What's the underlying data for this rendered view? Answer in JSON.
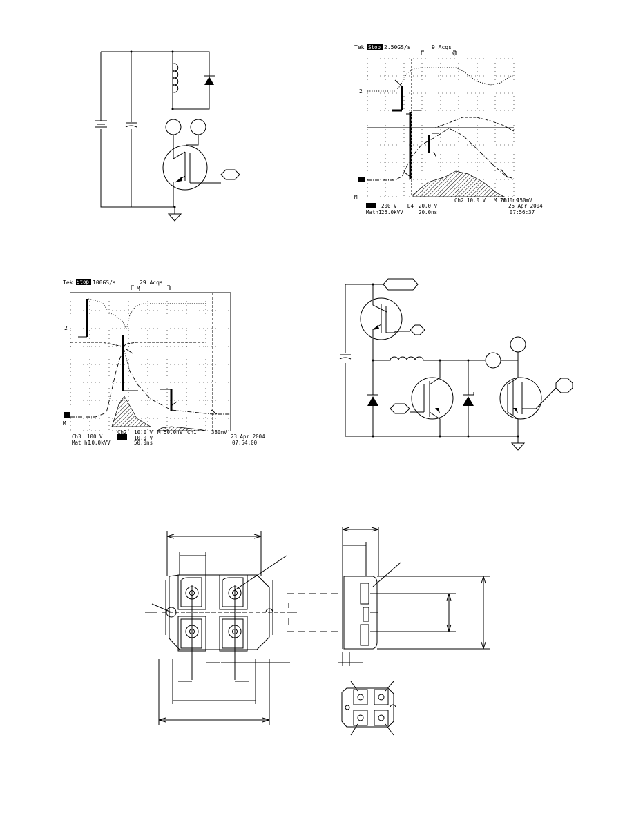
{
  "scope_top": {
    "brand": "Tek",
    "state": "Stop",
    "rate": "2.50GS/s",
    "acqs": "9 Acqs",
    "ch2_marker": "2",
    "m_marker": "M",
    "ch2_info": "Ch2",
    "ch2_scale": "10.0 V",
    "timebase": "M 20.0ns",
    "trigger": "Ch1",
    "trig_level": "150mV",
    "ch_a_scale": "200 V",
    "ch_b_label": "D4",
    "ch_b_scale": "20.0 V",
    "math_label": "Math1",
    "math_scale": "25.0kVV",
    "math_time": "20.0ns",
    "date": "26 Apr 2004",
    "time": "07:56:37"
  },
  "scope_mid": {
    "brand": "Tek",
    "state": "Stop",
    "rate": "100GS/s",
    "acqs": "29 Acqs",
    "ch2_marker": "2",
    "m_marker": "M",
    "ch3_label": "Ch3",
    "ch3_scale": "100 V",
    "ch2_label": "Ch2",
    "ch2_scale": "10.0 V",
    "ch4_scale": "10.0 V",
    "timebase": "M 50.0ns",
    "trigger": "Ch1",
    "trig_level": "380mV",
    "math_label": "Mat h1",
    "math_scale": "10.0kVV",
    "math_time": "50.0ns",
    "date": "23 Apr 2004",
    "time": "07:54:00"
  }
}
